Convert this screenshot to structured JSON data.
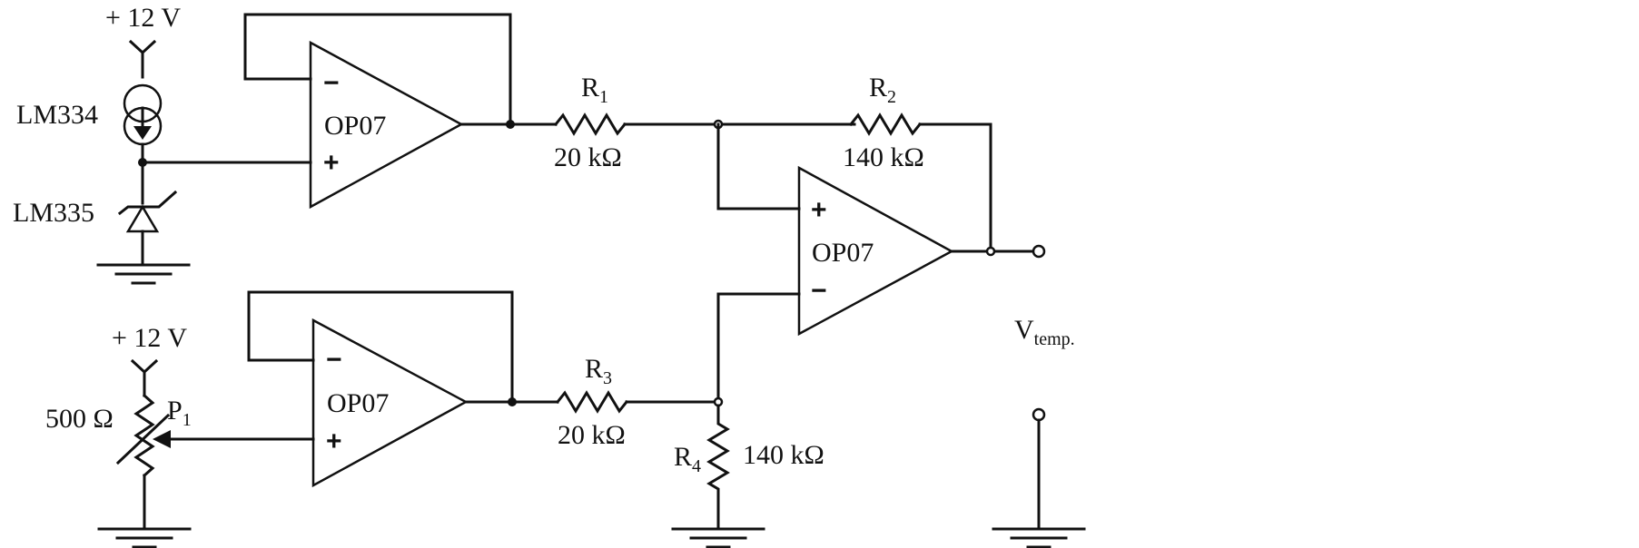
{
  "supplies": {
    "top_supply": "+ 12 V",
    "bottom_supply": "+ 12 V"
  },
  "components": {
    "current_source": "LM334",
    "temp_sensor": "LM335",
    "opamp_model": "OP07",
    "potentiometer": {
      "value": "500 Ω",
      "name": "P",
      "sub": "1"
    },
    "r1": {
      "name": "R",
      "sub": "1",
      "value": "20 kΩ"
    },
    "r2": {
      "name": "R",
      "sub": "2",
      "value": "140 kΩ"
    },
    "r3": {
      "name": "R",
      "sub": "3",
      "value": "20 kΩ"
    },
    "r4": {
      "name": "R",
      "sub": "4",
      "value": "140 kΩ"
    }
  },
  "opamp_signs": {
    "plus": "+",
    "minus": "−"
  },
  "output": {
    "name": "V",
    "sub": "temp."
  }
}
